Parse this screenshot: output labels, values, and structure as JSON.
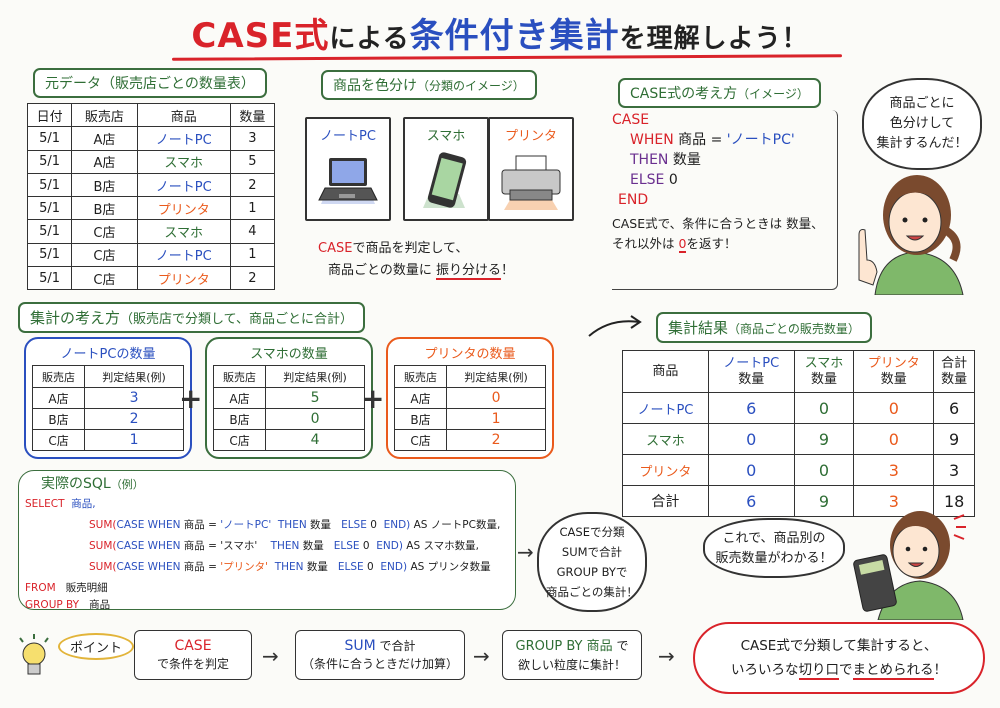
{
  "title": {
    "part1": "CASE式",
    "part2": "による",
    "part3": "条件付き集計",
    "part4": "を理解しよう！"
  },
  "source_section": {
    "label": "元データ（販売店ごとの数量表）",
    "headers": [
      "日付",
      "販売店",
      "商品",
      "数量"
    ],
    "rows": [
      {
        "date": "5/1",
        "store": "A店",
        "product": "ノートPC",
        "qty": "3",
        "color": "blue"
      },
      {
        "date": "5/1",
        "store": "A店",
        "product": "スマホ",
        "qty": "5",
        "color": "green"
      },
      {
        "date": "5/1",
        "store": "B店",
        "product": "ノートPC",
        "qty": "2",
        "color": "blue"
      },
      {
        "date": "5/1",
        "store": "B店",
        "product": "プリンタ",
        "qty": "1",
        "color": "orange"
      },
      {
        "date": "5/1",
        "store": "C店",
        "product": "スマホ",
        "qty": "4",
        "color": "green"
      },
      {
        "date": "5/1",
        "store": "C店",
        "product": "ノートPC",
        "qty": "1",
        "color": "blue"
      },
      {
        "date": "5/1",
        "store": "C店",
        "product": "プリンタ",
        "qty": "2",
        "color": "orange"
      }
    ]
  },
  "color_section": {
    "label": "商品を色分け",
    "label_small": "（分類のイメージ）",
    "cards": [
      {
        "name": "ノートPC",
        "icon": "laptop-icon",
        "color": "#2a4fbf"
      },
      {
        "name": "スマホ",
        "icon": "smartphone-icon",
        "color": "#2f6e35"
      },
      {
        "name": "プリンタ",
        "icon": "printer-icon",
        "color": "#ea5a1c"
      }
    ],
    "note_case": "CASE",
    "note_line1": "で商品を判定して、",
    "note_line2a": "商品ごとの数量に",
    "note_line2b": "振り分ける",
    "note_line2c": "！"
  },
  "case_section": {
    "label": "CASE式の考え方",
    "label_small": "（イメージ）",
    "code": {
      "case": "CASE",
      "when": "WHEN",
      "when_rest": "商品 =",
      "when_value": "'ノートPC'",
      "then": "THEN",
      "then_rest": "数量",
      "else": "ELSE",
      "else_rest": "0",
      "end": "END"
    },
    "explain_line1": "CASE式で、条件に合うときは 数量、",
    "explain_line2a": "それ以外は",
    "explain_zero": "0",
    "explain_line2b": "を返す！"
  },
  "speech_top": {
    "line1": "商品ごとに",
    "line2": "色分けして",
    "line3": "集計するんだ！"
  },
  "aggregate_section": {
    "label": "集計の考え方",
    "label_small": "（販売店で分類して、商品ごとに合計）",
    "plus": "+",
    "tables": [
      {
        "title": "ノートPCの数量",
        "color": "#2a4fbf",
        "headers": [
          "販売店",
          "判定結果(例)"
        ],
        "rows": [
          {
            "store": "A店",
            "value": "3"
          },
          {
            "store": "B店",
            "value": "2"
          },
          {
            "store": "C店",
            "value": "1"
          }
        ]
      },
      {
        "title": "スマホの数量",
        "color": "#2f6e35",
        "headers": [
          "販売店",
          "判定結果(例)"
        ],
        "rows": [
          {
            "store": "A店",
            "value": "5"
          },
          {
            "store": "B店",
            "value": "0"
          },
          {
            "store": "C店",
            "value": "4"
          }
        ]
      },
      {
        "title": "プリンタの数量",
        "color": "#ea5a1c",
        "headers": [
          "販売店",
          "判定結果(例)"
        ],
        "rows": [
          {
            "store": "A店",
            "value": "0"
          },
          {
            "store": "B店",
            "value": "1"
          },
          {
            "store": "C店",
            "value": "2"
          }
        ]
      }
    ]
  },
  "result_section": {
    "label": "集計結果",
    "label_small": "（商品ごとの販売数量）",
    "headers": [
      {
        "line1": "商品",
        "line2": ""
      },
      {
        "line1": "ノートPC",
        "line2": "数量"
      },
      {
        "line1": "スマホ",
        "line2": "数量"
      },
      {
        "line1": "プリンタ",
        "line2": "数量"
      },
      {
        "line1": "合計",
        "line2": "数量"
      }
    ],
    "rows": [
      {
        "label": "ノートPC",
        "pc": "6",
        "sp": "0",
        "pr": "0",
        "total": "6"
      },
      {
        "label": "スマホ",
        "pc": "0",
        "sp": "9",
        "pr": "0",
        "total": "9"
      },
      {
        "label": "プリンタ",
        "pc": "0",
        "sp": "0",
        "pr": "3",
        "total": "3"
      },
      {
        "label": "合計",
        "pc": "6",
        "sp": "9",
        "pr": "3",
        "total": "18"
      }
    ]
  },
  "sql_section": {
    "label": "実際のSQL",
    "label_small": "（例）",
    "select": "SELECT",
    "select_col": "商品,",
    "sum": "SUM(",
    "case_when": "CASE WHEN",
    "cond_col": "商品 =",
    "lines": [
      {
        "value": "'ノートPC'",
        "alias": "AS ノートPC数量,",
        "color": "#2a4fbf"
      },
      {
        "value": "'スマホ'",
        "alias": "AS スマホ数量,",
        "color": "#2f6e35"
      },
      {
        "value": "'プリンタ'",
        "alias": "AS プリンタ数量",
        "color": "#ea5a1c"
      }
    ],
    "then": "THEN",
    "then_col": "数量",
    "else": "ELSE",
    "else_val": "0",
    "end": "END)",
    "from": "FROM",
    "from_table": "販売明細",
    "group_by": "GROUP BY",
    "group_col": "商品"
  },
  "summary_bubble": {
    "line1": "CASEで分類",
    "line2": "SUMで合計",
    "line3": "GROUP BYで",
    "line4": "商品ごとの集計！"
  },
  "speech_bottom": {
    "line1": "これで、商品別の",
    "line2": "販売数量がわかる！"
  },
  "flow": {
    "point_label": "ポイント",
    "steps": [
      {
        "head": "CASE",
        "rest": "",
        "line2": "で条件を判定",
        "color": "#d9232a"
      },
      {
        "head": "SUM",
        "rest": "で合計",
        "line2": "（条件に合うときだけ加算）",
        "color": "#2a4fbf"
      },
      {
        "head": "GROUP BY 商品",
        "rest": "で",
        "line2": "欲しい粒度に集計！",
        "color": "#2f6e35"
      }
    ],
    "arrow": "→",
    "conclusion_line1": "CASE式で分類して集計すると、",
    "conclusion_line2a": "いろいろな",
    "conclusion_u1": "切り口",
    "conclusion_mid": "で",
    "conclusion_u2": "まとめられる",
    "conclusion_end": "！"
  },
  "colors": {
    "red": "#d9232a",
    "blue": "#2a4fbf",
    "green": "#2f6e35",
    "orange": "#ea5a1c",
    "purple": "#6a2f8f",
    "box_green": "#3b6e3e"
  }
}
